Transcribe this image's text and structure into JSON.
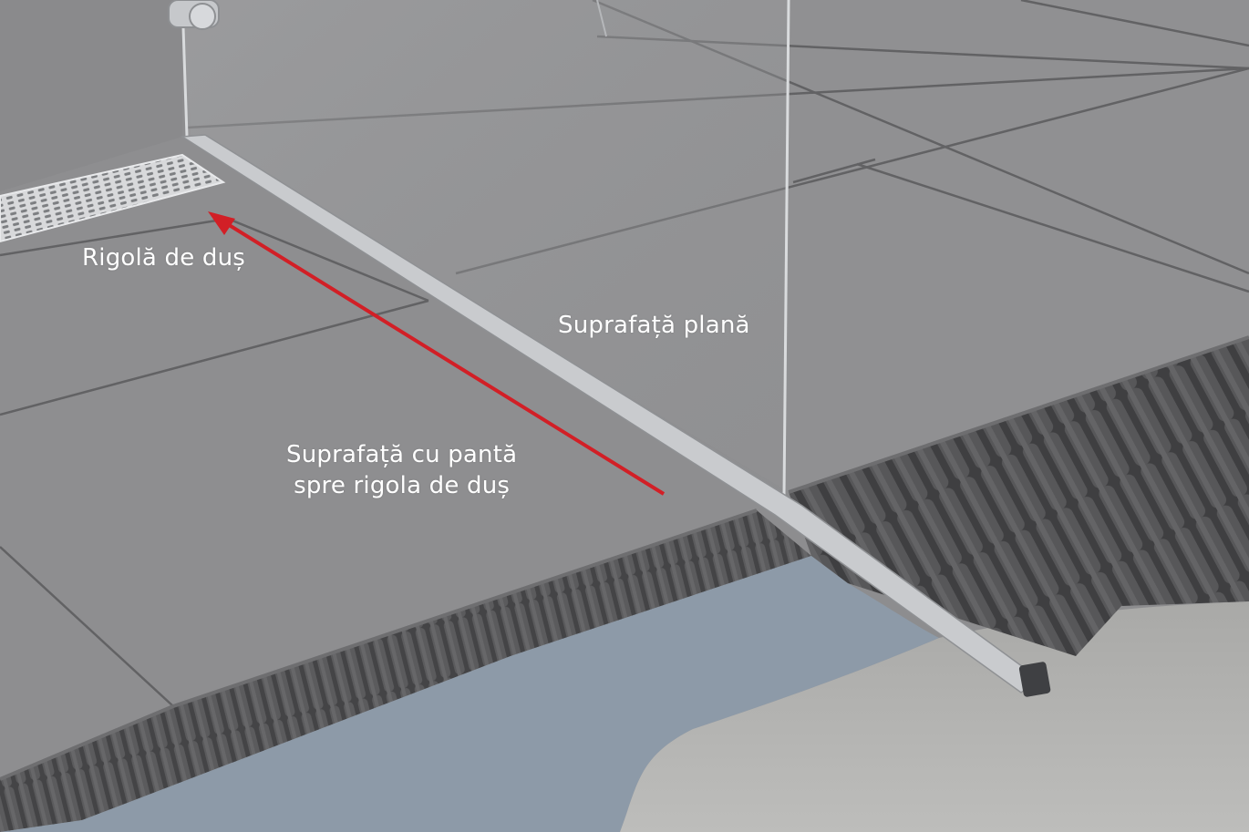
{
  "labels": {
    "drain": "Rigolă de duș",
    "flat_surface": "Suprafață plană",
    "sloped_surface_line1": "Suprafață cu pantă",
    "sloped_surface_line2": "spre rigola de duș"
  },
  "colors": {
    "tile": "#8e8e90",
    "tile_light": "#9a9a9c",
    "grout": "#5e5e60",
    "adhesive": "#4a4a4c",
    "membrane": "#8d9aa8",
    "screed": "#b5b5b3",
    "arrow": "#d21f26",
    "glass_edge": "#e6e8ea",
    "profile": "#c9cbce"
  },
  "icons": {
    "arrow": "arrow-icon",
    "drain_grate": "drain-grate-icon"
  }
}
